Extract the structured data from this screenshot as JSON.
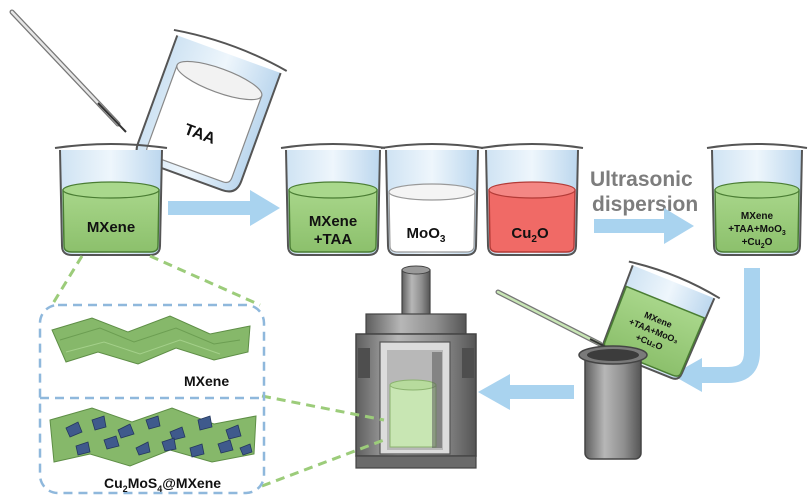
{
  "labels": {
    "taa_beaker": "TAA",
    "mxene_beaker": "MXene",
    "mxene_taa_line1": "MXene",
    "mxene_taa_line2": "+TAA",
    "moo3_main": "MoO",
    "moo3_sub": "3",
    "cu2o_main1": "Cu",
    "cu2o_sub": "2",
    "cu2o_main2": "O",
    "ultrasonic_line1": "Ultrasonic",
    "ultrasonic_line2": "dispersion",
    "mix_line1": "MXene",
    "mix_line2_a": "+TAA+MoO",
    "mix_line2_sub": "3",
    "mix_line3_a": "+Cu",
    "mix_line3_sub": "2",
    "mix_line3_b": "O",
    "tilted_line1": "MXene",
    "tilted_line2": "+TAA+MoO₃",
    "tilted_line3": "+Cu₂O",
    "mxene_sheet": "MXene",
    "product_a": "Cu",
    "product_sub1": "2",
    "product_b": "MoS",
    "product_sub2": "4",
    "product_c": "@MXene"
  },
  "colors": {
    "green_liquid": "#9ccc7a",
    "red_liquid": "#f06a66",
    "arrow_blue": "#a9d3ef",
    "glass_blue": "#dcebf7",
    "sheet_green": "#86b86a",
    "dark_particles": "#3f5a8c"
  }
}
